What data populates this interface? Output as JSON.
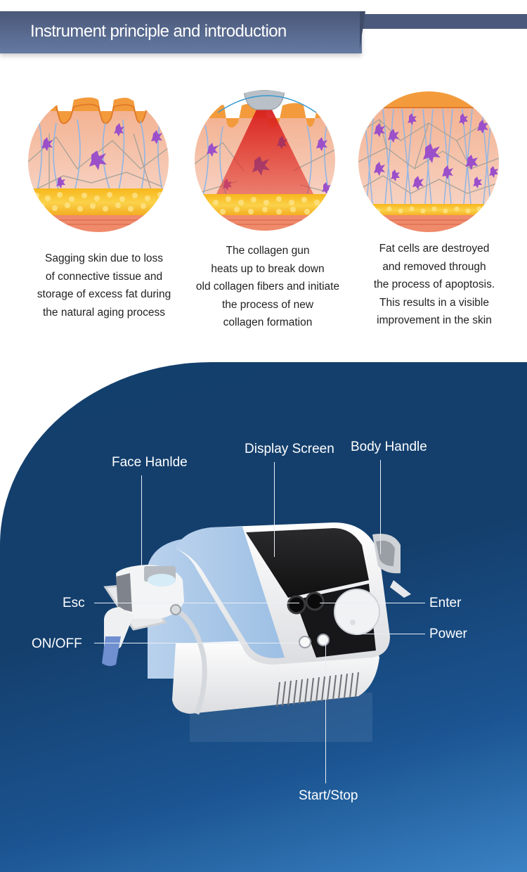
{
  "header": {
    "title": "Instrument principle and introduction",
    "banner_color": "#52638a"
  },
  "diagrams": [
    {
      "id": "sagging-skin",
      "icon": "skin-cross-section-sagging",
      "caption": "Sagging skin due to loss\nof connective tissue and\nstorage of excess fat during\nthe natural aging process"
    },
    {
      "id": "collagen-gun-heating",
      "icon": "skin-cross-section-heated",
      "caption": "The collagen gun\nheats up to break down\nold collagen fibers and initiate\nthe process of new\ncollagen formation"
    },
    {
      "id": "fat-cells-destroyed",
      "icon": "skin-cross-section-improved",
      "caption": "Fat cells are destroyed\nand removed through\nthe process of apoptosis.\nThis results in a visible\nimprovement in the skin"
    }
  ],
  "product": {
    "background_color": "#143f6d",
    "labels": {
      "face_handle": "Face Hanlde",
      "display_screen": "Display Screen",
      "body_handle": "Body Handle",
      "esc": "Esc",
      "on_off": "ON/OFF",
      "enter": "Enter",
      "power": "Power",
      "start_stop": "Start/Stop"
    }
  }
}
